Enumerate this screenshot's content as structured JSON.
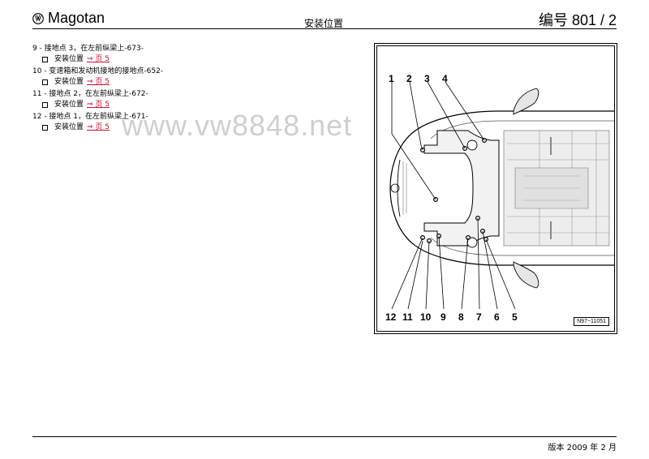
{
  "header": {
    "brand": "Magotan",
    "section": "安装位置",
    "page_number": "编号  801 / 2"
  },
  "legend": {
    "entries": [
      {
        "title": "9 - 接地点 3，在左前纵梁上-673-",
        "sub_label": "安装位置",
        "ref": "⇒ 页 5"
      },
      {
        "title": "10 - 变速箱和发动机接地的接地点-652-",
        "sub_label": "安装位置",
        "ref": "⇒ 页 5"
      },
      {
        "title": "11 - 接地点 2，在左前纵梁上-672-",
        "sub_label": "安装位置",
        "ref": "⇒ 页 5"
      },
      {
        "title": "12 - 接地点 1，在左前纵梁上-671-",
        "sub_label": "安装位置",
        "ref": "⇒ 页 5"
      }
    ]
  },
  "watermark": "www.vw8848.net",
  "figure": {
    "callouts_top": [
      "1",
      "2",
      "3",
      "4"
    ],
    "callouts_bottom": [
      "12",
      "11",
      "10",
      "9",
      "8",
      "7",
      "6",
      "5"
    ],
    "figure_id": "N97−11051"
  },
  "footer": {
    "edition": "版本 2009 年 2 月"
  },
  "colors": {
    "link": "#c8102e",
    "watermark": "#cfcfcf"
  }
}
